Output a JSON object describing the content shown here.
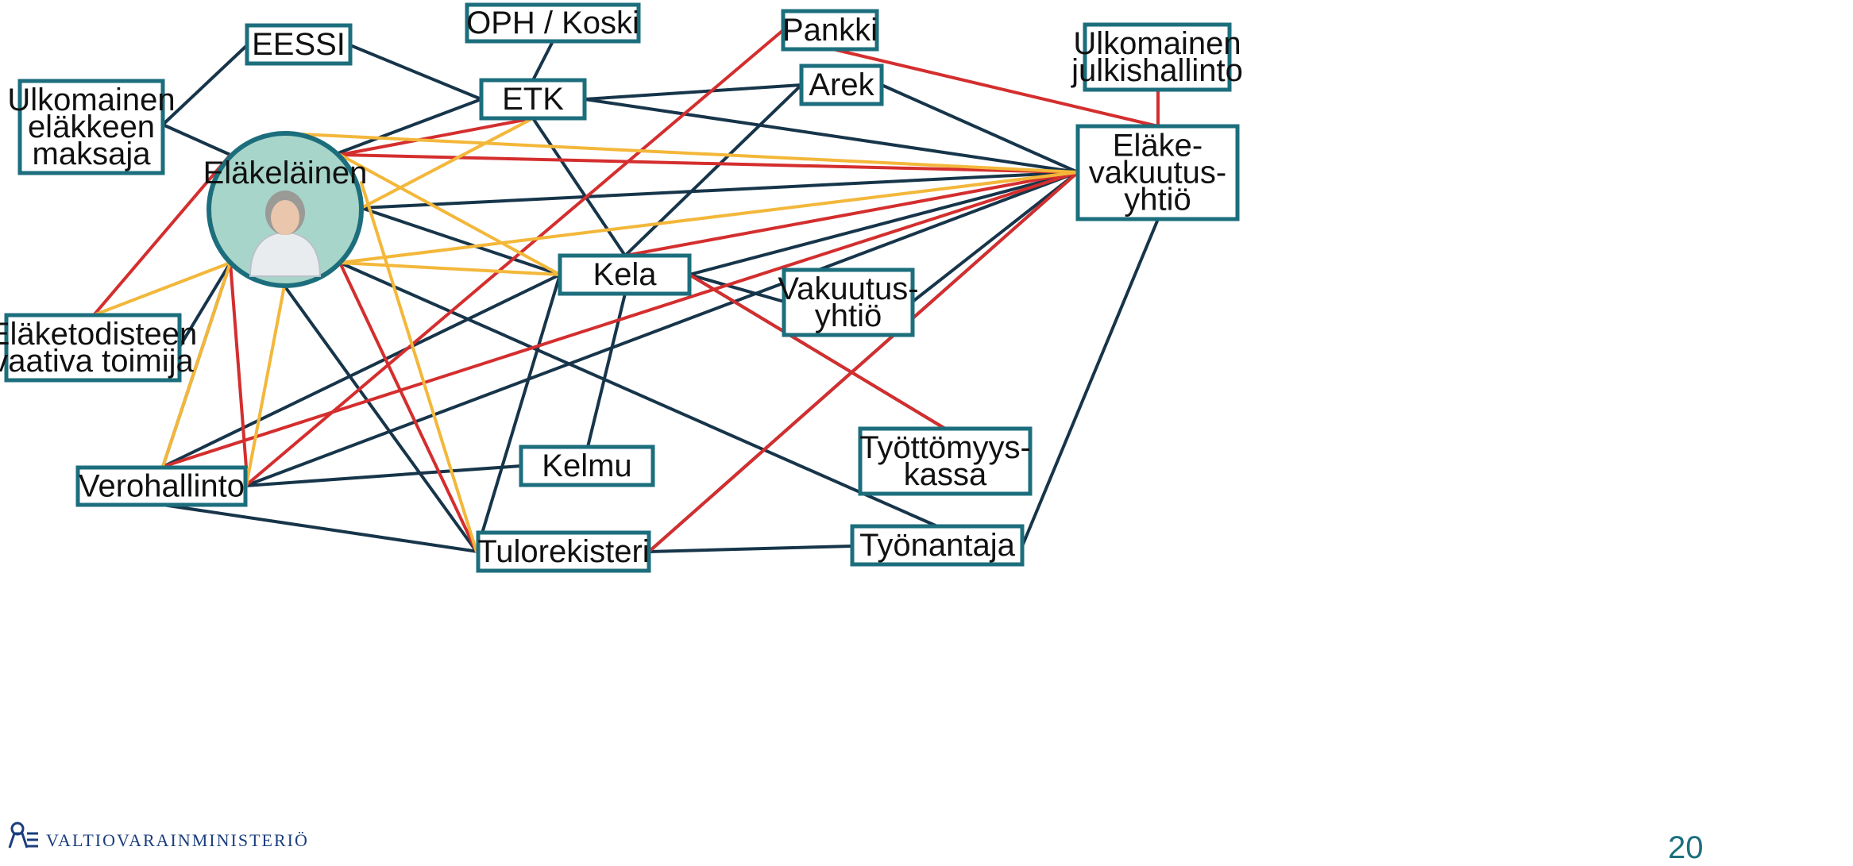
{
  "colors": {
    "dark": "#17354a",
    "red": "#d42e2e",
    "yellow": "#f3b73a",
    "node_border": "#1c6e7d",
    "center_fill": "#a8d5c9"
  },
  "nodes": [
    {
      "id": "oph",
      "lines": [
        "OPH / Koski"
      ]
    },
    {
      "id": "eessi",
      "lines": [
        "EESSI"
      ]
    },
    {
      "id": "pankki",
      "lines": [
        "Pankki"
      ]
    },
    {
      "id": "ulk_julk",
      "lines": [
        "Ulkomainen",
        "julkishallinto"
      ]
    },
    {
      "id": "ulk_el",
      "lines": [
        "Ulkomainen",
        "eläkkeen",
        "maksaja"
      ]
    },
    {
      "id": "etk",
      "lines": [
        "ETK"
      ]
    },
    {
      "id": "arek",
      "lines": [
        "Arek"
      ]
    },
    {
      "id": "elakeyhtio",
      "lines": [
        "Eläke-",
        "vakuutus-",
        "yhtiö"
      ]
    },
    {
      "id": "elakelainen",
      "lines": [
        "Eläkeläinen"
      ]
    },
    {
      "id": "kela",
      "lines": [
        "Kela"
      ]
    },
    {
      "id": "vakuutus",
      "lines": [
        "Vakuutus-",
        "yhtiö"
      ]
    },
    {
      "id": "elaketod",
      "lines": [
        "Eläketodisteen",
        "vaativa toimija"
      ]
    },
    {
      "id": "kelmu",
      "lines": [
        "Kelmu"
      ]
    },
    {
      "id": "tyottomyys",
      "lines": [
        "Työttömyys-",
        "kassa"
      ]
    },
    {
      "id": "verohallinto",
      "lines": [
        "Verohallinto"
      ]
    },
    {
      "id": "tulorekisteri",
      "lines": [
        "Tulorekisteri"
      ]
    },
    {
      "id": "tyonantaja",
      "lines": [
        "Työnantaja"
      ]
    }
  ],
  "footer": {
    "ministry": "VALTIOVARAINMINISTERIÖ",
    "page_number": "20"
  }
}
